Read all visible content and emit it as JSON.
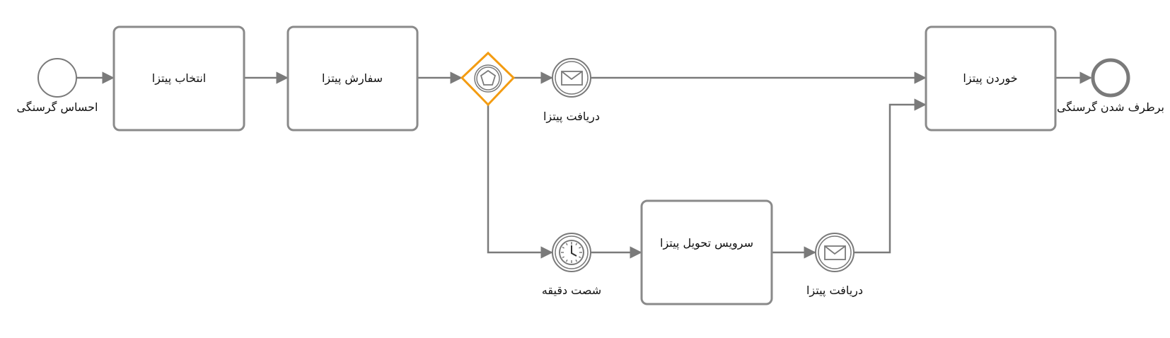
{
  "diagram": {
    "start_event": {
      "label": "احساس گرسنگی"
    },
    "end_event": {
      "label": "برطرف شدن گرسنگی"
    },
    "tasks": {
      "choose_pizza": "انتخاب پیتزا",
      "order_pizza": "سفارش پیتزا",
      "eat_pizza": "خوردن پیتزا",
      "delivery_service": "سرویس تحویل پیتزا"
    },
    "events": {
      "receive_pizza_top": "دریافت پیتزا",
      "timer_sixty_minutes": "شصت دقیقه",
      "receive_pizza_bottom": "دریافت پیتزا"
    },
    "gateway": {
      "type": "event-based",
      "color": "#f39c12"
    },
    "colors": {
      "stroke": "#7a7a7a",
      "accent": "#f39c12"
    }
  }
}
